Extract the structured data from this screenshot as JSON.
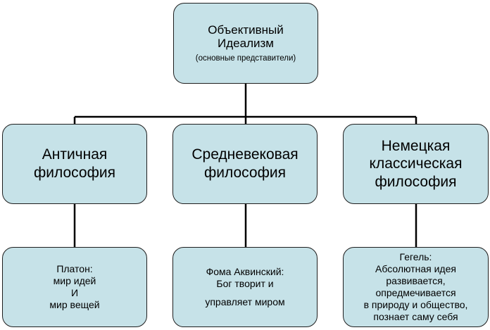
{
  "root": {
    "title_line1": "Объективный",
    "title_line2": "Идеализм",
    "subtitle": "(основные представители)"
  },
  "branches": [
    {
      "lines": [
        "Античная",
        "философия"
      ],
      "representative": [
        "Платон:",
        "мир идей",
        "И",
        "мир вещей"
      ]
    },
    {
      "lines": [
        "Средневековая",
        "философия"
      ],
      "representative": [
        "Фома Аквинский:",
        "Бог творит и",
        "управляет миром"
      ]
    },
    {
      "lines": [
        "Немецкая",
        "классическая",
        "философия"
      ],
      "representative": [
        "Гегель:",
        "Абсолютная идея",
        "развивается,",
        "опредмечивается",
        "в природу и общество,",
        "познает саму себя"
      ]
    }
  ],
  "colors": {
    "box_fill": "#c6e2e8",
    "box_border": "#1e1e1e",
    "connector": "#000000"
  }
}
